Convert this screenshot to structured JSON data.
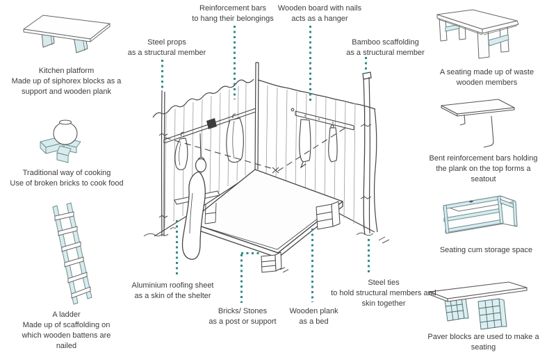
{
  "colors": {
    "leader_dot": "#2d8c84",
    "text": "#3b3b3b",
    "sketch_fill_blue": "#d8ebed",
    "sketch_line": "#555555"
  },
  "center_labels": [
    {
      "name": "steel-props",
      "lines": [
        "Steel props",
        "as a structural member",
        ""
      ]
    },
    {
      "name": "reinforcement-bars",
      "lines": [
        "Reinforcement bars",
        "to hang their belongings",
        ""
      ]
    },
    {
      "name": "wooden-board",
      "lines": [
        "Wooden board with nails",
        "acts as a hanger",
        ""
      ]
    },
    {
      "name": "bamboo-scaffolding",
      "lines": [
        "Bamboo scaffolding",
        "as a structural member",
        ""
      ]
    },
    {
      "name": "aluminium-roofing",
      "lines": [
        "Aluminium roofing sheet",
        "as a skin of the shelter",
        ""
      ]
    },
    {
      "name": "bricks-stones",
      "lines": [
        "Bricks/ Stones",
        "as a post or support",
        ""
      ]
    },
    {
      "name": "wooden-plank",
      "lines": [
        "Wooden plank",
        "as a bed",
        ""
      ]
    },
    {
      "name": "steel-ties",
      "lines": [
        "Steel ties",
        "to hold structural members and",
        "skin together"
      ]
    }
  ],
  "left_items": [
    {
      "name": "kitchen-platform",
      "lines": [
        "Kitchen platform",
        "Made up of siphorex blocks as a",
        "support and wooden plank",
        ""
      ]
    },
    {
      "name": "traditional-cooking",
      "lines": [
        "Traditional way of cooking",
        "Use of broken bricks to cook food",
        "",
        ""
      ]
    },
    {
      "name": "ladder",
      "lines": [
        "A ladder",
        "Made up of scaffolding on",
        "which wooden battens are",
        "nailed"
      ]
    }
  ],
  "right_items": [
    {
      "name": "waste-wood-seating",
      "lines": [
        "A seating made up of waste",
        "wooden members",
        ""
      ]
    },
    {
      "name": "seatout",
      "lines": [
        "Bent reinforcement bars holding",
        "the plank on the top forms a",
        "seatout"
      ]
    },
    {
      "name": "storage-seating",
      "lines": [
        "Seating cum storage space",
        "",
        ""
      ]
    },
    {
      "name": "paver-seating",
      "lines": [
        "Paver blocks are used to make a",
        "seating",
        ""
      ]
    }
  ]
}
